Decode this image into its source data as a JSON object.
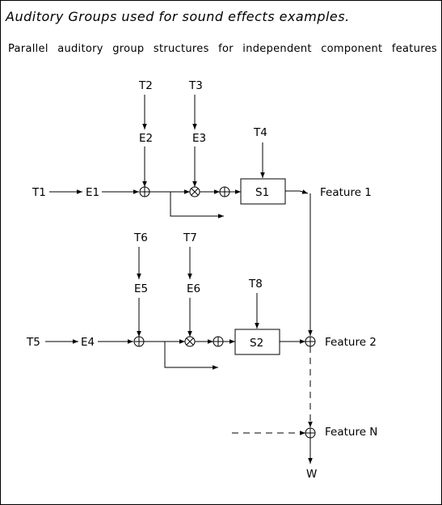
{
  "title": "Auditory Groups used for sound effects examples.",
  "subtitle": "Parallel auditory group structures for independent component features",
  "groups": [
    {
      "input": "T1",
      "input_env": "E1",
      "env_a": "E2",
      "env_a_source": "T2",
      "env_b": "E3",
      "env_b_source": "T3",
      "shaper": "S1",
      "shaper_source": "T4",
      "feature": "Feature 1"
    },
    {
      "input": "T5",
      "input_env": "E4",
      "env_a": "E5",
      "env_a_source": "T6",
      "env_b": "E6",
      "env_b_source": "T7",
      "shaper": "S2",
      "shaper_source": "T8",
      "feature": "Feature 2"
    }
  ],
  "feature_n": "Feature N",
  "output": "W"
}
